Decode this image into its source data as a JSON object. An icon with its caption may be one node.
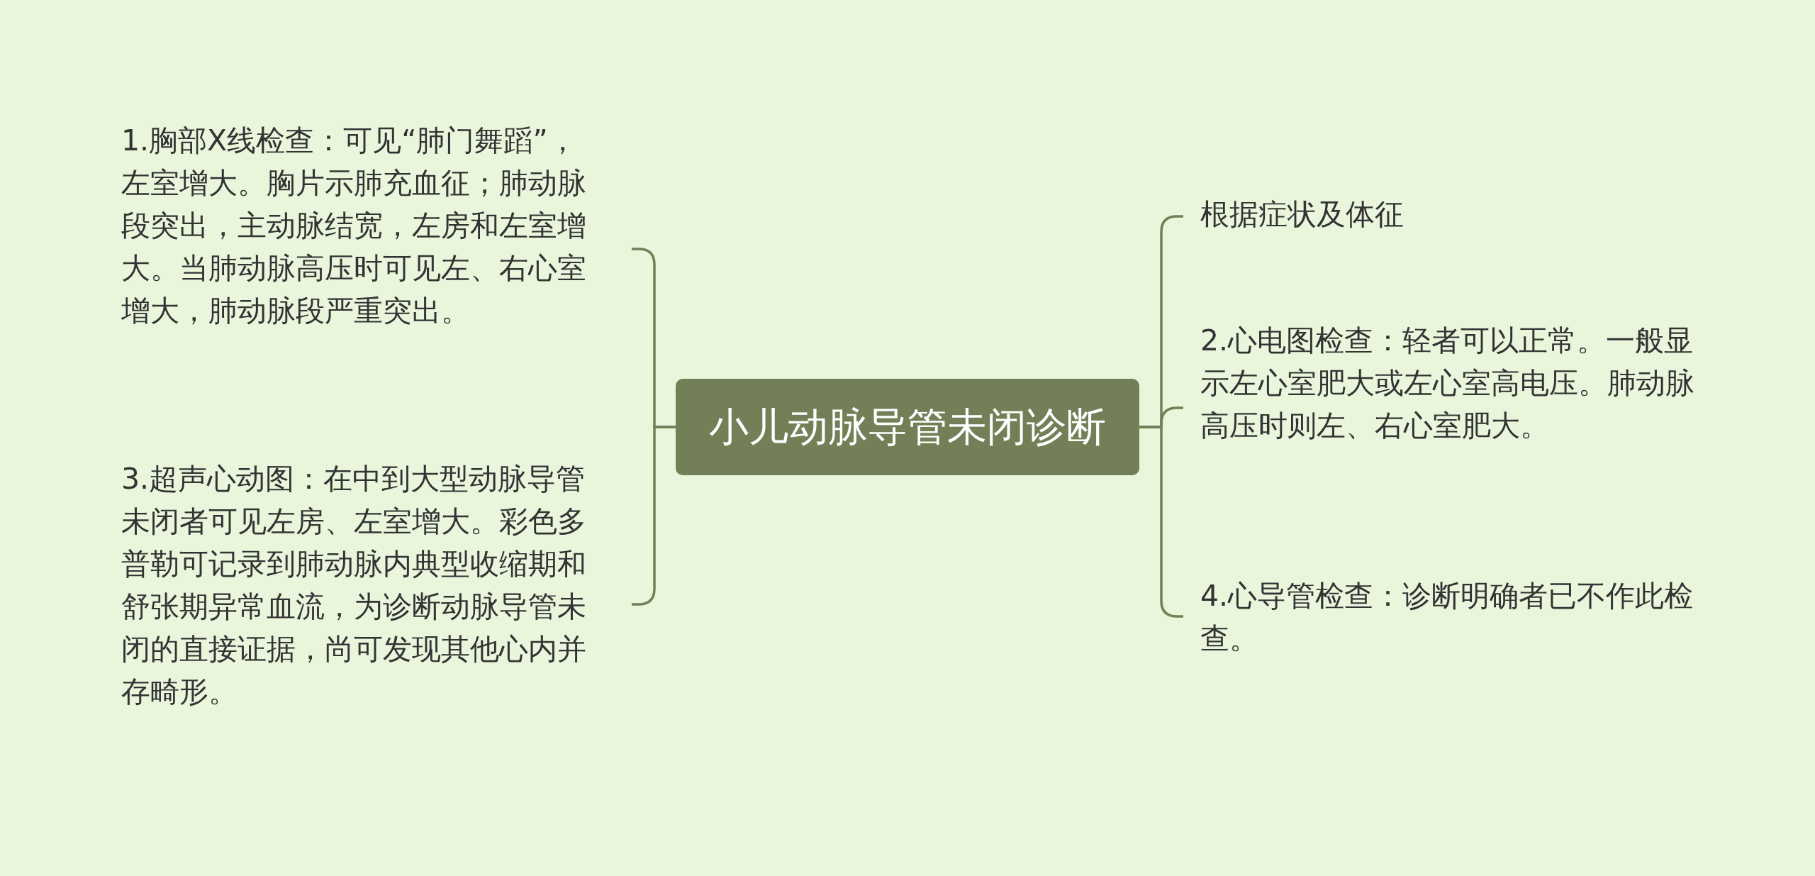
{
  "diagram": {
    "nodes": [
      {
        "text": [
          "小儿动脉导管未闭诊断"
        ]
      },
      {
        "text": [
          "1.胸部X线检查：可见“肺门舞蹈”，左室增大。胸片示肺充血征；肺动脉段突出，主动脉结宽，左房和左室增大。当肺动脉高压时可见左、右心室增大，肺动脉段严重突出。"
        ]
      },
      {
        "text": [
          "3.超声心动图：在中到大型动脉导管未闭者可见左房、左室增大。彩色多普勒可记录到肺动脉内典型收缩期和舒张期异常血流，为诊断动脉导管未闭的直接证据，尚可发现其他心内并存畸形。"
        ]
      },
      {
        "text": [
          "根据症状及体征"
        ]
      },
      {
        "text": [
          "2.心电图检查：轻者可以正常。一般显示左心室肥大或左心室高电压。肺动脉高压时则左、右心室肥大。"
        ]
      },
      {
        "text": [
          "4.心导管检查：诊断明确者已不作此检查。"
        ]
      }
    ],
    "edges": [
      {
        "from": 0,
        "to": 1,
        "arrow": "none"
      },
      {
        "from": 0,
        "to": 2,
        "arrow": "none"
      },
      {
        "from": 0,
        "to": 3,
        "arrow": "none"
      },
      {
        "from": 0,
        "to": 4,
        "arrow": "none"
      },
      {
        "from": 0,
        "to": 5,
        "arrow": "none"
      }
    ]
  }
}
